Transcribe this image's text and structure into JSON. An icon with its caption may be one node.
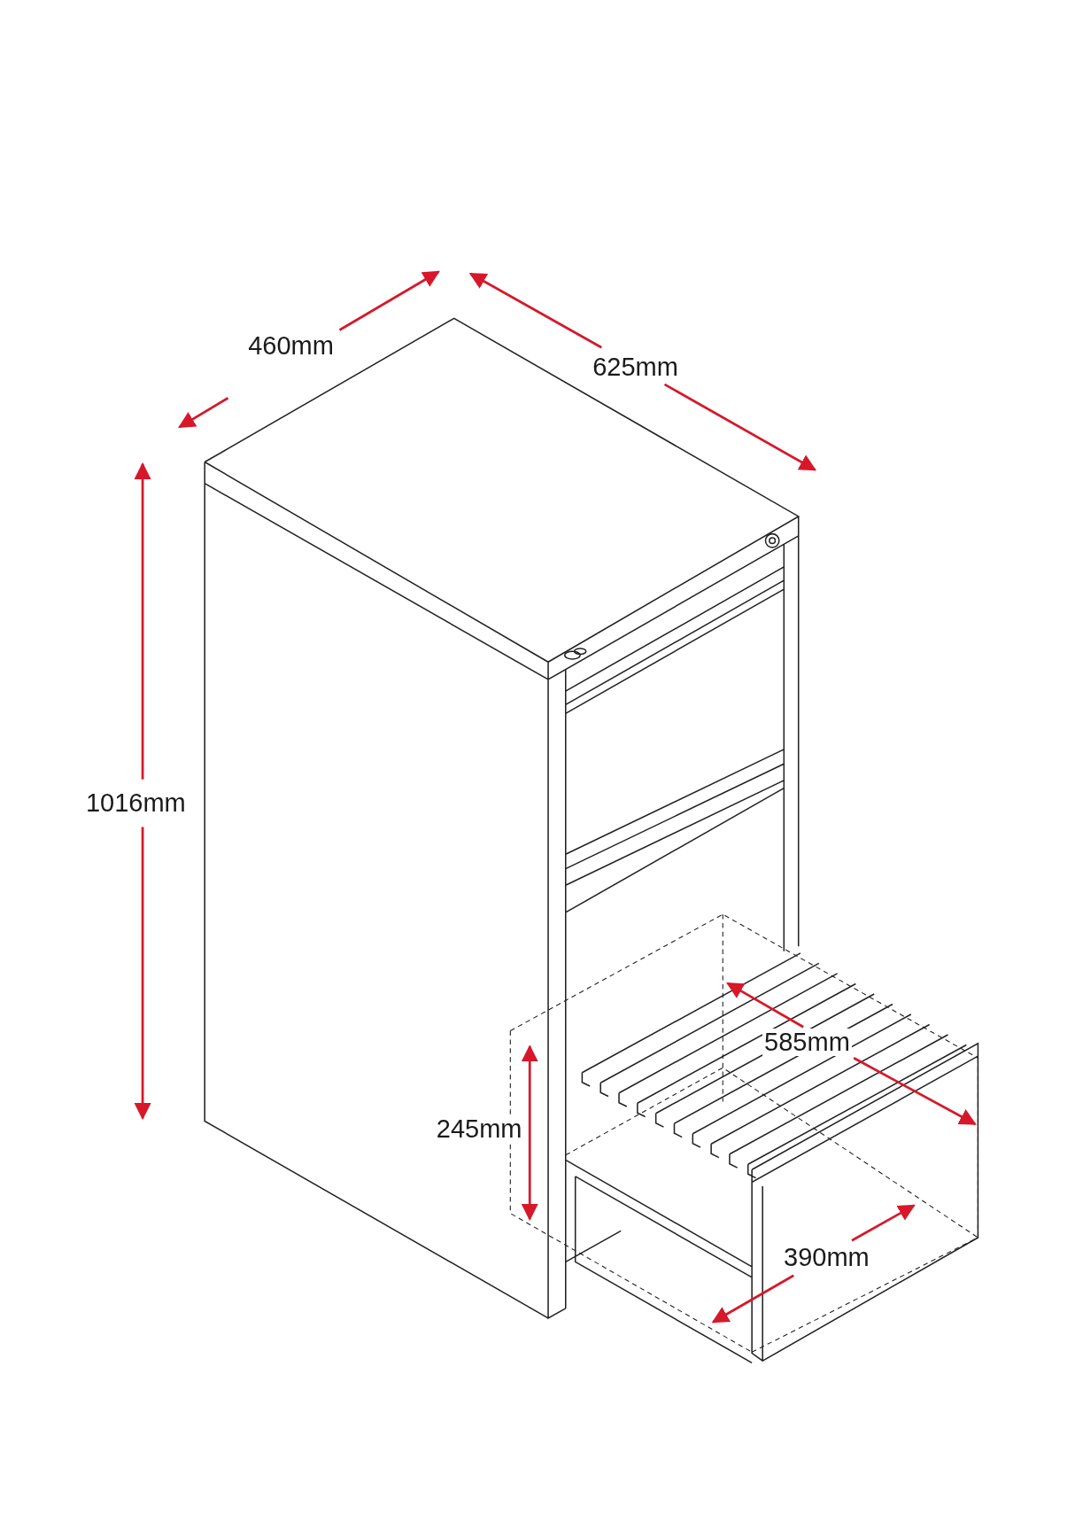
{
  "diagram": {
    "labels": [
      "460mm",
      "625mm",
      "1016mm",
      "585mm",
      "245mm",
      "390mm"
    ]
  }
}
